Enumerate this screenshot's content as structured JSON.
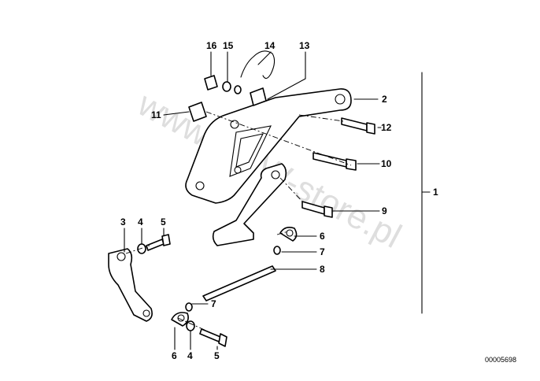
{
  "watermark": "www.BMW-store.pl",
  "image_code": "00005698",
  "callouts": {
    "c1": "1",
    "c2": "2",
    "c3": "3",
    "c4a": "4",
    "c5a": "5",
    "c6a": "6",
    "c7a": "7",
    "c8": "8",
    "c9": "9",
    "c10": "10",
    "c11": "11",
    "c12": "12",
    "c13": "13",
    "c14": "14",
    "c15": "15",
    "c16": "16",
    "c7b": "7",
    "c6b": "6",
    "c4b": "4",
    "c5b": "5"
  }
}
